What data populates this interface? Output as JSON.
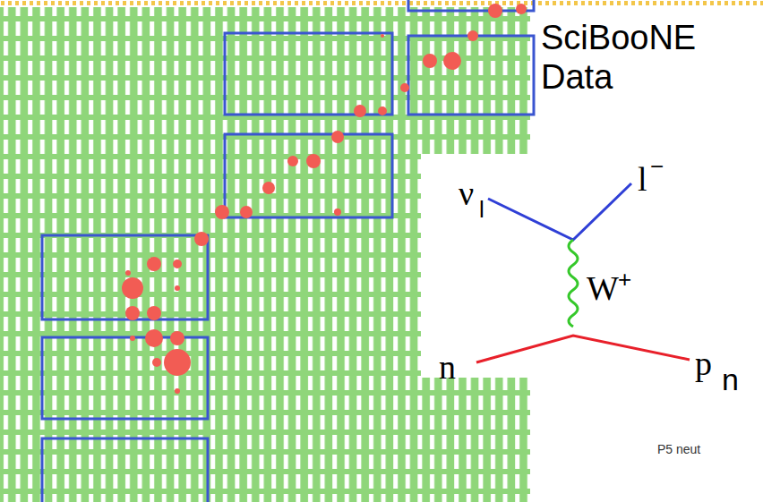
{
  "diagram": {
    "title": "SciBooNE Data",
    "labels": [
      "ν",
      "l",
      "l",
      "−",
      "W",
      "+",
      "n",
      "p",
      "n",
      "P5 neut"
    ]
  }
}
